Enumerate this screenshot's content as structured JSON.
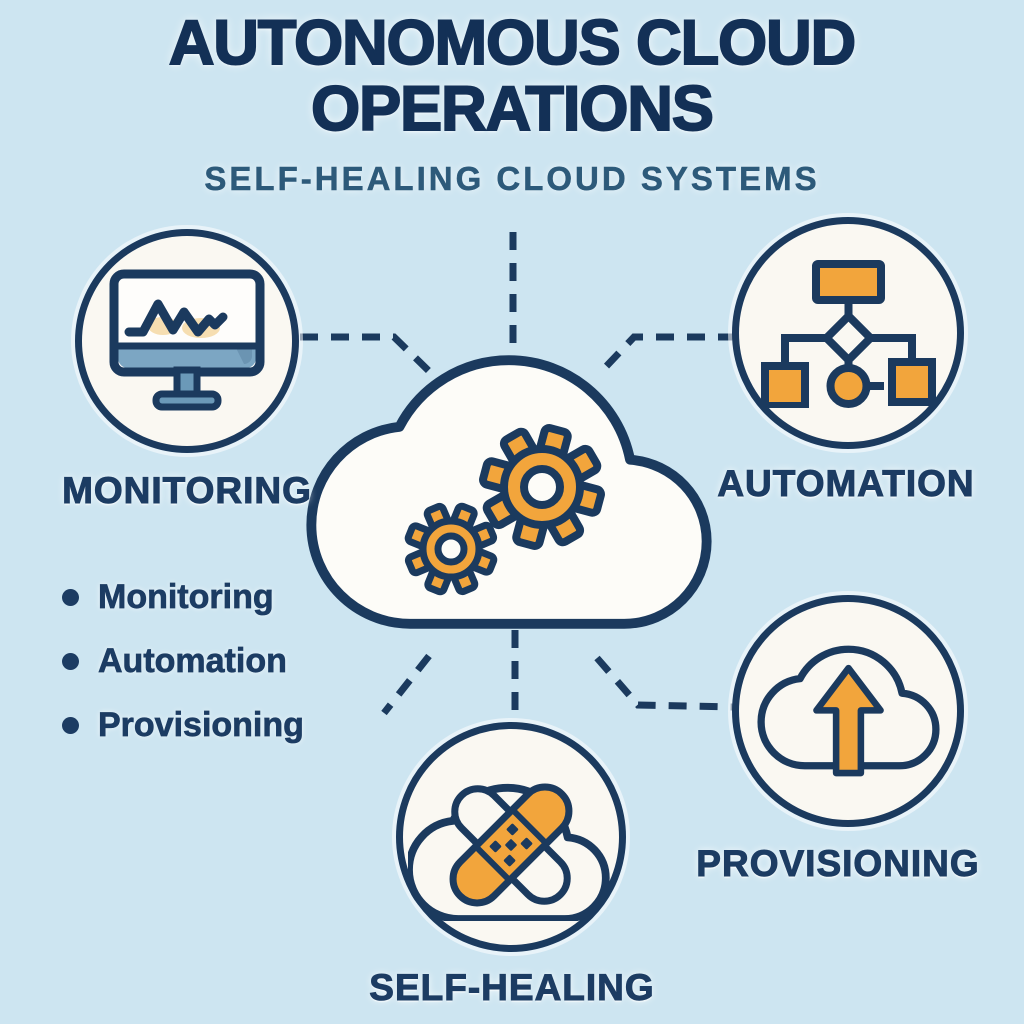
{
  "title": "AUTONOMOUS CLOUD OPERATIONS",
  "subtitle": "SELF-HEALING CLOUD SYSTEMS",
  "center": {
    "icon": "cloud-gears-icon"
  },
  "nodes": [
    {
      "id": "monitoring",
      "label": "MONITORING",
      "icon": "monitor-waveform-icon"
    },
    {
      "id": "automation",
      "label": "AUTOMATION",
      "icon": "flowchart-icon"
    },
    {
      "id": "provisioning",
      "label": "PROVISIONING",
      "icon": "cloud-upload-arrow-icon"
    },
    {
      "id": "self-healing",
      "label": "SELF-HEALING",
      "icon": "cloud-bandage-icon"
    }
  ],
  "bullet_list": {
    "items": [
      "Monitoring",
      "Automation",
      "Provisioning"
    ]
  },
  "colors": {
    "background": "#cde5f1",
    "navy": "#1b3a5e",
    "title_navy": "#133056",
    "label_navy": "#1c3c63",
    "subtitle_blue": "#2d5a7a",
    "orange": "#f2a53c",
    "circle_fill": "#faf8f2",
    "steel_blue": "#7ca6c3",
    "tan": "#f6deb1"
  }
}
